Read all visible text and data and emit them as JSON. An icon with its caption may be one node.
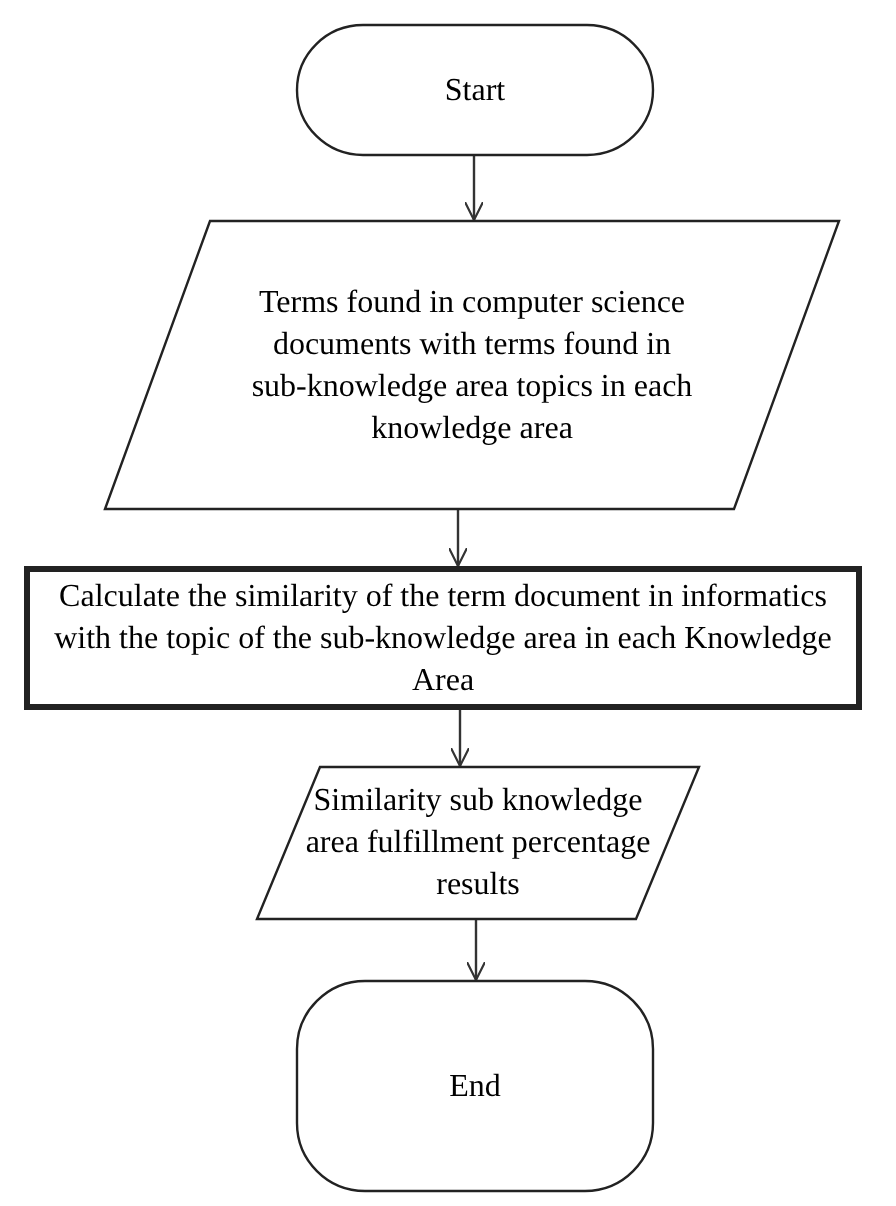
{
  "diagram": {
    "nodes": [
      {
        "text": [
          "Start"
        ]
      },
      {
        "text": [
          "Terms found in computer science documents with terms found in sub-knowledge area topics in each knowledge area"
        ]
      },
      {
        "text": [
          "Calculate the similarity of the term document in informatics with the topic of the sub-knowledge area in each Knowledge Area"
        ]
      },
      {
        "text": [
          "Similarity sub knowledge area fulfillment percentage results"
        ]
      },
      {
        "text": [
          "End"
        ]
      }
    ],
    "edges": [
      {
        "from": 0,
        "to": 1,
        "arrow": "to"
      },
      {
        "from": 1,
        "to": 2,
        "arrow": "to"
      },
      {
        "from": 2,
        "to": 3,
        "arrow": "to"
      },
      {
        "from": 3,
        "to": 4,
        "arrow": "to"
      }
    ]
  }
}
